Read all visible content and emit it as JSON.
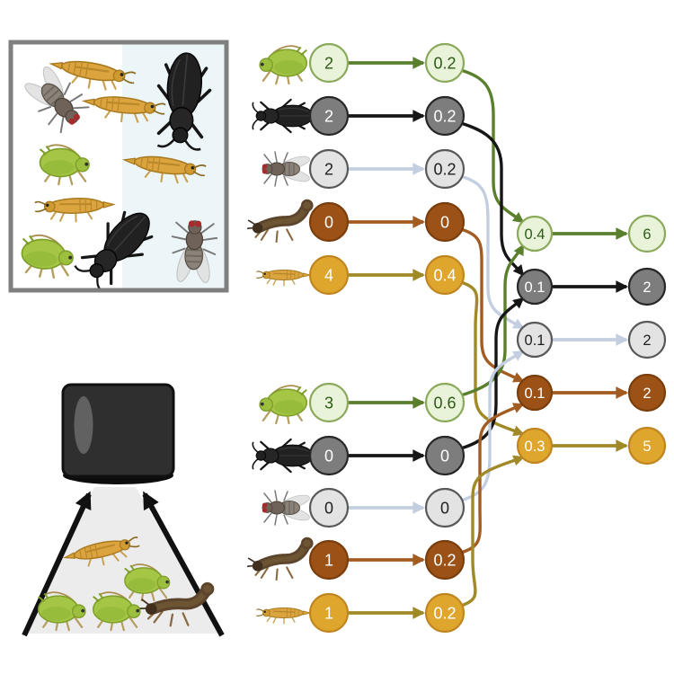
{
  "colors": {
    "aphid": {
      "fill": "#e9f3d9",
      "stroke": "#8aa95a",
      "text": "#2d5a16",
      "arrow": "#5a7f2d"
    },
    "beetle": {
      "fill": "#7d7d7d",
      "stroke": "#262626",
      "text": "#ffffff",
      "arrow": "#161616"
    },
    "fly": {
      "fill": "#e3e3e3",
      "stroke": "#585858",
      "text": "#1e1e1e",
      "arrow": "#c3cfe0"
    },
    "predator": {
      "fill": "#9c5216",
      "stroke": "#7a3d0c",
      "text": "#ffffff",
      "arrow": "#a25c22"
    },
    "thrips": {
      "fill": "#dfa62e",
      "stroke": "#c08520",
      "text": "#ffffff",
      "arrow": "#a08a28"
    },
    "frame_border": "#7f7f7f",
    "frame_highlight": "#ecf5f7",
    "cone_fill": "#ececec",
    "cone_stroke": "#111111",
    "camera_body": "#2f2f2f"
  },
  "panels": {
    "field_image": {
      "icon": "field-image",
      "insects": [
        "thrips",
        "fly",
        "thrips",
        "beetle",
        "aphid",
        "thrips",
        "thrips",
        "aphid",
        "beetle",
        "fly"
      ]
    },
    "camera_view": {
      "icon": "camera",
      "insects": [
        "thrips",
        "aphid",
        "aphid",
        "aphid",
        "predator"
      ]
    }
  },
  "network": {
    "species": [
      "aphid",
      "beetle",
      "fly",
      "predator",
      "thrips"
    ],
    "groups": [
      {
        "rows": [
          {
            "species": "aphid",
            "count": "2",
            "rate": "0.2"
          },
          {
            "species": "beetle",
            "count": "2",
            "rate": "0.2"
          },
          {
            "species": "fly",
            "count": "2",
            "rate": "0.2"
          },
          {
            "species": "predator",
            "count": "0",
            "rate": "0"
          },
          {
            "species": "thrips",
            "count": "4",
            "rate": "0.4"
          }
        ]
      },
      {
        "rows": [
          {
            "species": "aphid",
            "count": "3",
            "rate": "0.6"
          },
          {
            "species": "beetle",
            "count": "0",
            "rate": "0"
          },
          {
            "species": "fly",
            "count": "0",
            "rate": "0"
          },
          {
            "species": "predator",
            "count": "1",
            "rate": "0.2"
          },
          {
            "species": "thrips",
            "count": "1",
            "rate": "0.2"
          }
        ]
      }
    ],
    "aggregates": [
      {
        "species": "aphid",
        "value": "0.4",
        "output": "6"
      },
      {
        "species": "beetle",
        "value": "0.1",
        "output": "2"
      },
      {
        "species": "fly",
        "value": "0.1",
        "output": "2"
      },
      {
        "species": "predator",
        "value": "0.1",
        "output": "2"
      },
      {
        "species": "thrips",
        "value": "0.3",
        "output": "5"
      }
    ]
  }
}
